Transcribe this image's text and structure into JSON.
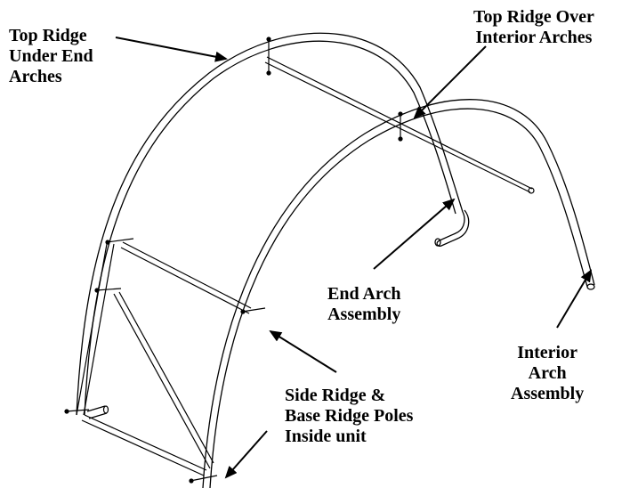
{
  "labels": {
    "top_ridge_under": [
      "Top Ridge",
      "Under End",
      "Arches"
    ],
    "top_ridge_over": [
      "Top Ridge Over",
      "Interior Arches"
    ],
    "end_arch": [
      "End Arch",
      "Assembly"
    ],
    "interior_arch": [
      "Interior",
      "Arch",
      "Assembly"
    ],
    "side_ridge": [
      "Side Ridge &",
      "Base Ridge Poles",
      "Inside unit"
    ]
  }
}
